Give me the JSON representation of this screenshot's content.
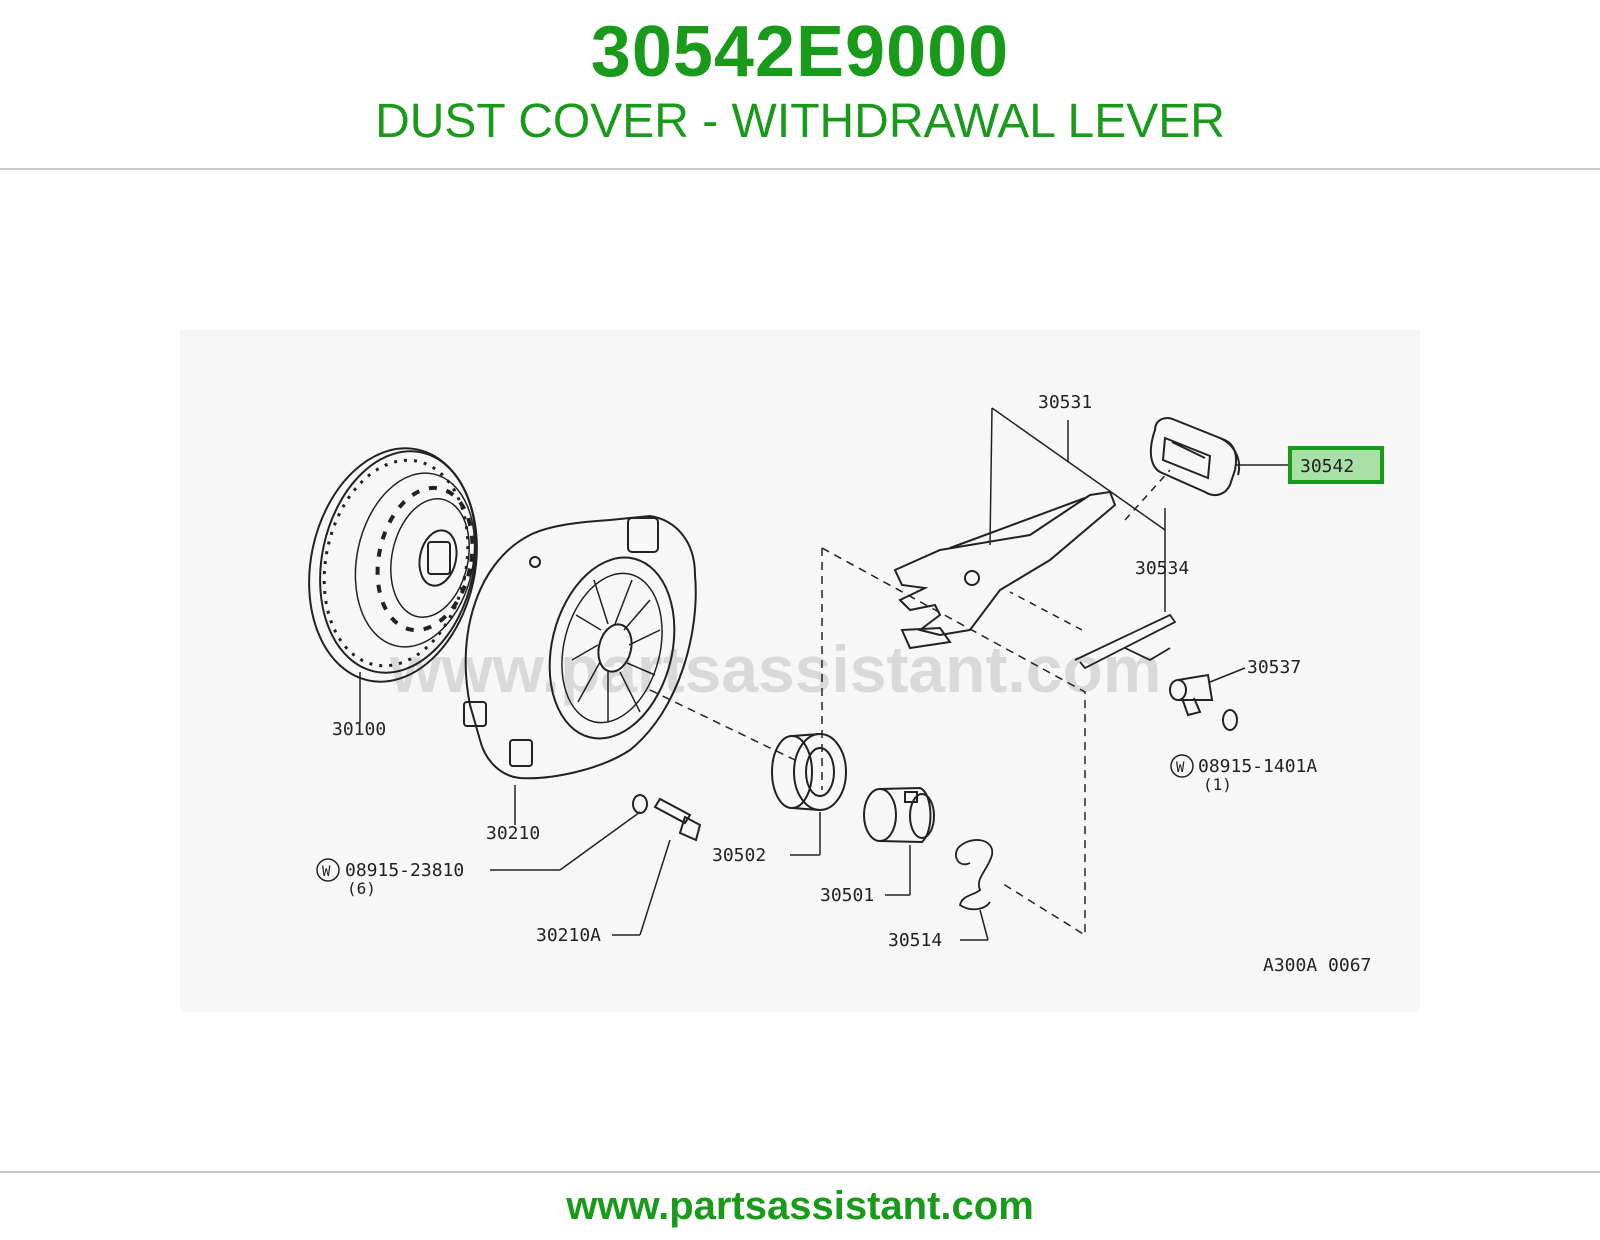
{
  "header": {
    "part_number": "30542E9000",
    "description": "DUST COVER - WITHDRAWAL LEVER"
  },
  "diagram": {
    "watermark": "www.partsassistant.com",
    "figure_code": "A300A 0067",
    "highlighted_callout": "30542",
    "callouts": {
      "c30531": "30531",
      "c30534": "30534",
      "c30537": "30537",
      "c08915_1401a": "08915-1401A",
      "c08915_1401a_qty": "(1)",
      "c30100": "30100",
      "c30210": "30210",
      "c08915_23810": "08915-23810",
      "c08915_23810_qty": "(6)",
      "c30210a": "30210A",
      "c30502": "30502",
      "c30501": "30501",
      "c30514": "30514",
      "w_mark": "W"
    },
    "colors": {
      "highlight": "#1a9a1a",
      "highlight_fill": "#a8e0a8"
    }
  },
  "footer": {
    "url": "www.partsassistant.com"
  }
}
